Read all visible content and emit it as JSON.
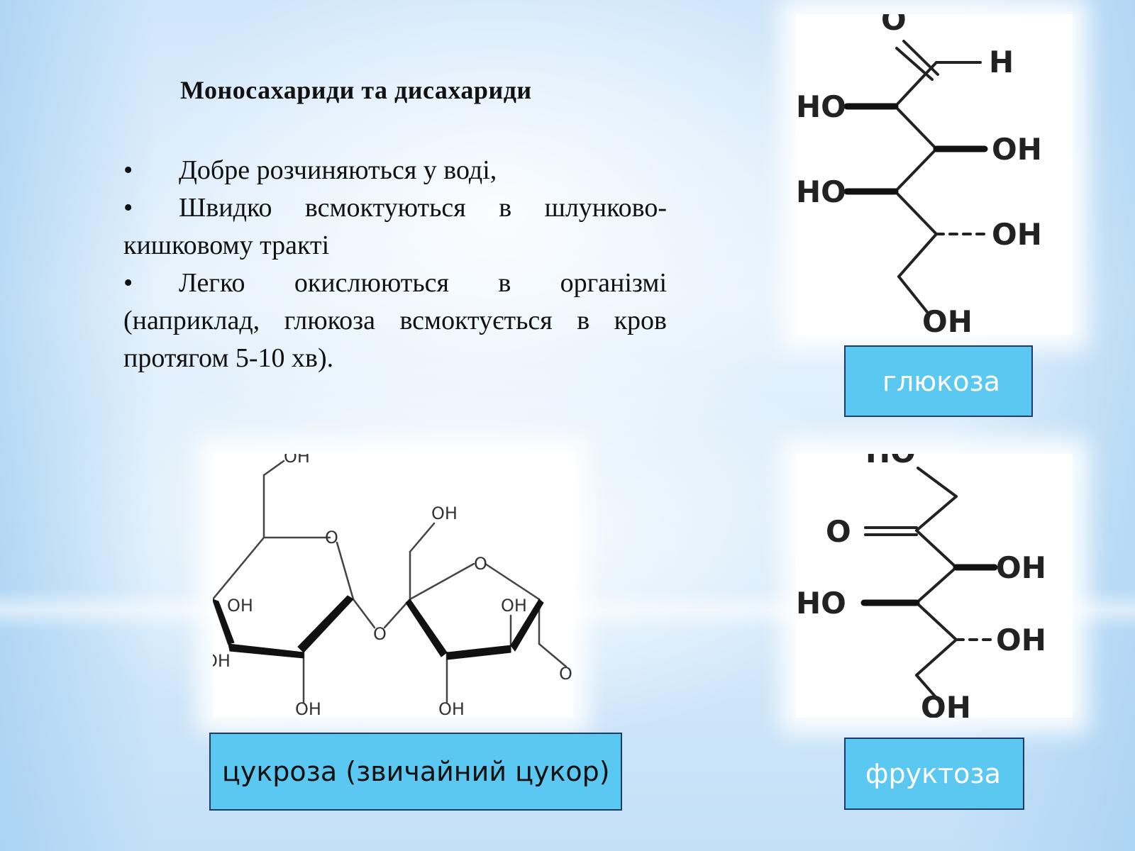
{
  "title": "Моносахариди  та дисахариди",
  "bullet_symbol": "•",
  "bullets": [
    "Добре розчиняються у воді,",
    "Швидко всмоктуються в шлунково-кишковому тракті",
    "Легко окислюються в організмі (наприклад, глюкоза всмоктується в кров протягом 5-10 хв)."
  ],
  "glucose": {
    "label": "глюкоза",
    "atoms": {
      "o": "O",
      "h": "H",
      "ho1": "HO",
      "oh1": "OH",
      "ho2": "HO",
      "oh2": "OH",
      "oh3": "OH"
    }
  },
  "fructose": {
    "label": "фруктоза",
    "atoms": {
      "ho_top": "HO",
      "o": "O",
      "oh1": "OH",
      "ho": "HO",
      "oh2": "OH",
      "oh3": "OH"
    }
  },
  "sucrose": {
    "label": "цукроза (звичайний цукор)",
    "atoms": {
      "oh_top": "OH",
      "ring_o1": "O",
      "oh_left": "OH",
      "oh_edge": "OH",
      "oh_bottom1": "OH",
      "bridge_o": "O",
      "oh_fru_top": "OH",
      "ring_o2": "O",
      "oh_fru_mid": "OH",
      "oh_fru_bottom": "OH",
      "oh_fru_right": "OH"
    }
  }
}
